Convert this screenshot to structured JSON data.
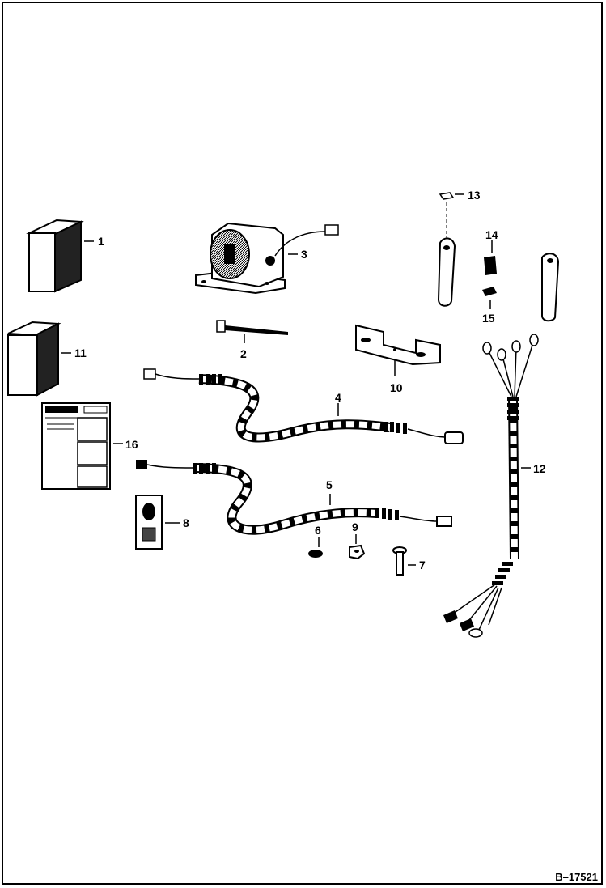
{
  "callouts": {
    "p1": "1",
    "p2": "2",
    "p3": "3",
    "p4": "4",
    "p5": "5",
    "p6": "6",
    "p7": "7",
    "p8": "8",
    "p9": "9",
    "p10": "10",
    "p11": "11",
    "p12": "12",
    "p13": "13",
    "p14": "14",
    "p15": "15",
    "p16": "16"
  },
  "reference": "B–17521",
  "colors": {
    "ink": "#000000",
    "paper": "#ffffff",
    "shade": "#222222"
  }
}
